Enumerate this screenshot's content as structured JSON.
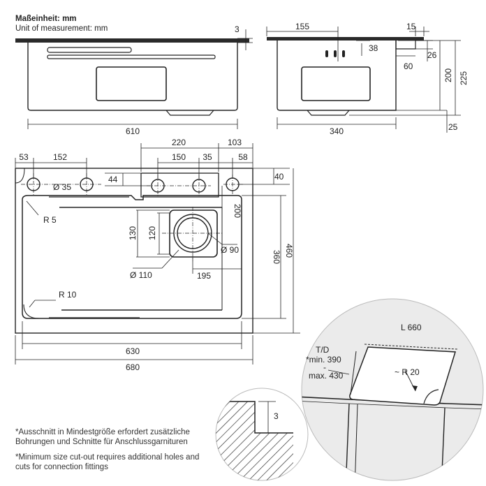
{
  "header": {
    "unit_de": "Maßeinheit: mm",
    "unit_en": "Unit of measurement: mm"
  },
  "front_view": {
    "width": "610",
    "rim_thickness": "3"
  },
  "side_view": {
    "faucet_offset": "155",
    "rim": "15",
    "hole_depth": "38",
    "step_height": "26",
    "step_width": "60",
    "depth": "340",
    "inner_height": "200",
    "total_height": "225",
    "drain_height": "25"
  },
  "top_view": {
    "hole_edge_offset": "53",
    "hole_spacing": "152",
    "hole_diameter": "Ø 35",
    "tray_width": "220",
    "tray_hole_spacing": "150",
    "tray_hole_edge": "35",
    "right_offset": "103",
    "right_hole_offset": "58",
    "tray_height": "44",
    "hole_row_offset": "40",
    "inner_radius": "R 5",
    "drain_frame": "130",
    "drain_inner": "120",
    "drain_depth": "200",
    "drain_diameter": "Ø 90",
    "drain_outer_diameter": "Ø 110",
    "drain_right_offset": "195",
    "bottom_radius": "R 10",
    "inner_depth": "360",
    "outer_depth": "460",
    "inner_width": "630",
    "outer_width": "680"
  },
  "detail_view": {
    "length": "L 660",
    "td_label": "T/D",
    "td_min": "*min. 390",
    "td_dash": "-",
    "td_max": "max. 430",
    "corner_radius": "~ R 20",
    "rim_detail": "3"
  },
  "notes": {
    "de": "*Ausschnitt in Mindestgröße erfordert zusätzliche Bohrungen und Schnitte für Anschlussgarnituren",
    "en": "*Minimum size cut-out requires additional holes and cuts for connection fittings"
  }
}
